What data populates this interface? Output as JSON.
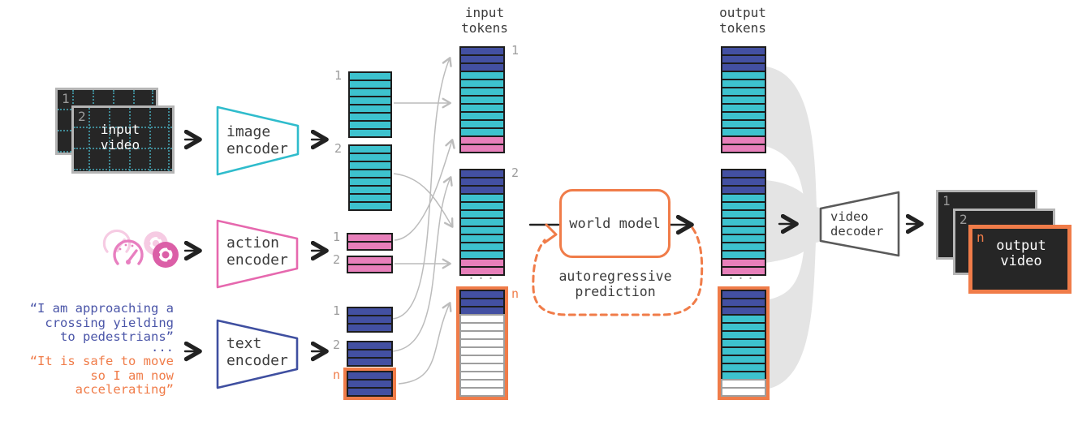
{
  "palette": {
    "cyan": "#3dc2ce",
    "pink": "#e77fba",
    "blue": "#4350a2",
    "orange": "#f07c49",
    "label_gray": "#9c9c9c",
    "dark_text": "#3b3b3b",
    "ribbon_gray": "#e4e4e4",
    "connector_gray": "#bcbcbc",
    "frame_bg": "#262626",
    "frame_border": "#b5b5b5"
  },
  "headers": {
    "input_tokens": "input\ntokens",
    "output_tokens": "output\ntokens"
  },
  "nodes": {
    "input_video": {
      "label": "input\nvideo",
      "frame_labels": [
        "1",
        "2"
      ]
    },
    "image_encoder": {
      "label": "image\nencoder"
    },
    "action_encoder": {
      "label": "action\nencoder"
    },
    "text_encoder": {
      "label": "text\nencoder"
    },
    "world_model": {
      "label": "world model"
    },
    "autoregressive": {
      "label": "autoregressive\nprediction"
    },
    "video_decoder": {
      "label": "video\ndecoder"
    },
    "output_video": {
      "label": "output\nvideo",
      "frame_labels": [
        "1",
        "2",
        "n"
      ]
    }
  },
  "quotes": {
    "text1": "“I am approaching a\ncrossing yielding\nto pedestrians”",
    "text2": "“It is safe to move\nso I am now\naccelerating”"
  },
  "ellipsis": "...",
  "icons": [
    "speed-gauge-icon",
    "steering-wheel-icon"
  ],
  "stacks": [
    {
      "id": "img1",
      "label": "1",
      "label_color": "gray",
      "label_side": "left",
      "orange_border": false,
      "rows": [
        "cyan",
        "cyan",
        "cyan",
        "cyan",
        "cyan",
        "cyan",
        "cyan",
        "cyan"
      ]
    },
    {
      "id": "img2",
      "label": "2",
      "label_color": "gray",
      "label_side": "left",
      "orange_border": false,
      "rows": [
        "cyan",
        "cyan",
        "cyan",
        "cyan",
        "cyan",
        "cyan",
        "cyan",
        "cyan"
      ]
    },
    {
      "id": "act1",
      "label": "1",
      "label_color": "gray",
      "label_side": "left",
      "orange_border": false,
      "rows": [
        "pink",
        "pink"
      ]
    },
    {
      "id": "act2",
      "label": "2",
      "label_color": "gray",
      "label_side": "left",
      "orange_border": false,
      "rows": [
        "pink",
        "pink"
      ]
    },
    {
      "id": "txt1",
      "label": "1",
      "label_color": "gray",
      "label_side": "left",
      "orange_border": false,
      "rows": [
        "blue",
        "blue",
        "blue"
      ]
    },
    {
      "id": "txt2",
      "label": "2",
      "label_color": "gray",
      "label_side": "left",
      "orange_border": false,
      "rows": [
        "blue",
        "blue",
        "blue"
      ]
    },
    {
      "id": "txtn",
      "label": "n",
      "label_color": "orange",
      "label_side": "left",
      "orange_border": true,
      "rows": [
        "blue",
        "blue",
        "blue"
      ]
    },
    {
      "id": "in1",
      "label": "1",
      "label_color": "gray",
      "label_side": "right",
      "orange_border": false,
      "rows": [
        "blue",
        "blue",
        "blue",
        "cyan",
        "cyan",
        "cyan",
        "cyan",
        "cyan",
        "cyan",
        "cyan",
        "cyan",
        "pink",
        "pink"
      ]
    },
    {
      "id": "in2",
      "label": "2",
      "label_color": "gray",
      "label_side": "right",
      "orange_border": false,
      "rows": [
        "blue",
        "blue",
        "blue",
        "cyan",
        "cyan",
        "cyan",
        "cyan",
        "cyan",
        "cyan",
        "cyan",
        "cyan",
        "pink",
        "pink"
      ]
    },
    {
      "id": "inn",
      "label": "n",
      "label_color": "orange",
      "label_side": "right",
      "orange_border": true,
      "rows": [
        "blue",
        "blue",
        "blue",
        "white",
        "white",
        "white",
        "white",
        "white",
        "white",
        "white",
        "white",
        "white",
        "white"
      ]
    },
    {
      "id": "out1",
      "label": "",
      "label_color": "gray",
      "label_side": "right",
      "orange_border": false,
      "rows": [
        "blue",
        "blue",
        "blue",
        "cyan",
        "cyan",
        "cyan",
        "cyan",
        "cyan",
        "cyan",
        "cyan",
        "cyan",
        "pink",
        "pink"
      ]
    },
    {
      "id": "out2",
      "label": "",
      "label_color": "gray",
      "label_side": "right",
      "orange_border": false,
      "rows": [
        "blue",
        "blue",
        "blue",
        "cyan",
        "cyan",
        "cyan",
        "cyan",
        "cyan",
        "cyan",
        "cyan",
        "cyan",
        "pink",
        "pink"
      ]
    },
    {
      "id": "outn",
      "label": "",
      "label_color": "gray",
      "label_side": "right",
      "orange_border": true,
      "rows": [
        "blue",
        "blue",
        "blue",
        "cyan",
        "cyan",
        "cyan",
        "cyan",
        "cyan",
        "cyan",
        "cyan",
        "cyan",
        "white",
        "white"
      ]
    }
  ]
}
